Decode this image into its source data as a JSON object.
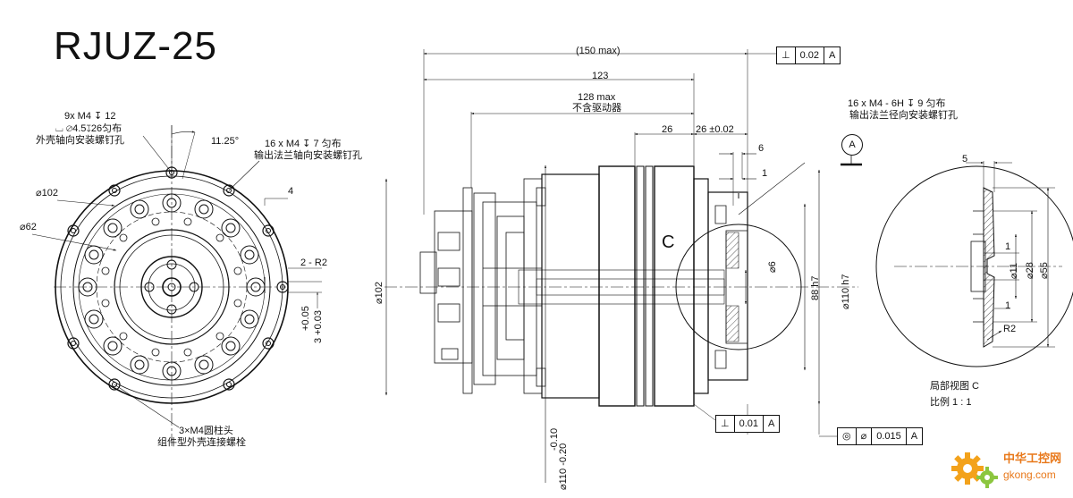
{
  "title": "RJUZ-25",
  "left_view": {
    "note_top": [
      "9x M4 ↧ 12",
      "⌴ ⌀4.5↧26匀布",
      "外壳轴向安装螺钉孔"
    ],
    "angle": "11.25°",
    "note_flange": [
      "16 x M4 ↧ 7 匀布",
      "输出法兰轴向安装螺钉孔"
    ],
    "dia_102": "⌀102",
    "dia_62": "⌀62",
    "dim_4": "4",
    "radius": "2 - R2",
    "tol_plus": "+0.05",
    "tol_base": "3 +0.03",
    "note_bottom": [
      "3×M4圆柱头",
      "组件型外壳连接螺栓"
    ]
  },
  "side_view": {
    "dim_150": "(150 max)",
    "dim_123": "123",
    "dim_128": [
      "128 max",
      "不含驱动器"
    ],
    "dim_26a": "26",
    "dim_26b": "26 ±0.02",
    "dim_6": "6",
    "dim_1": "1",
    "note_right": [
      "16 x  M4 - 6H ↧ 9 匀布",
      "输出法兰径向安装螺钉孔"
    ],
    "datum_a": "A",
    "section_c": "C",
    "dia_102": "⌀102",
    "dia_6": "⌀6",
    "dim_88": "88 h7",
    "dia_110h7": "⌀110 h7",
    "tol_110": [
      "-0.10",
      "⌀110 -0.20"
    ],
    "fcf_top": [
      "⊥",
      "0.02",
      "A"
    ],
    "fcf_bottom": [
      "⊥",
      "0.01",
      "A"
    ],
    "fcf_conc": [
      "◎",
      "⌀",
      "0.015",
      "A"
    ]
  },
  "detail_view": {
    "dim_5": "5",
    "dim_1a": "1",
    "dim_1b": "1",
    "dia_11": "⌀11",
    "dia_28": "⌀28",
    "dia_55": "⌀55",
    "radius": "R2",
    "label": "局部视图 C",
    "scale": "比例  1 : 1"
  },
  "watermark": {
    "name": "中华工控网",
    "url": "gkong.com"
  }
}
